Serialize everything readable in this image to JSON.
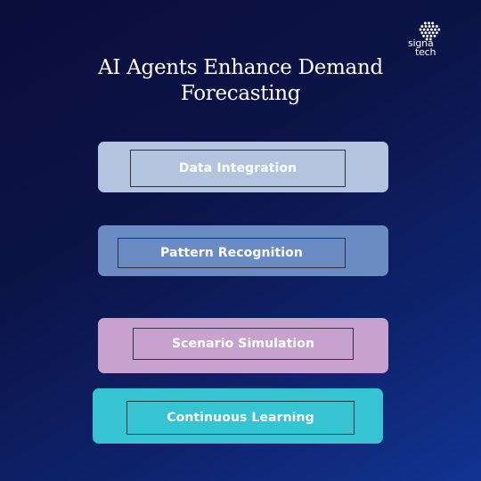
{
  "title": "AI Agents Enhance Demand Forecasting",
  "logo": {
    "line1": "signa",
    "line2": "tech",
    "icon": "dotted-diamond-grid-icon"
  },
  "stages": [
    {
      "label": "Data Integration",
      "color": "#b3c5de"
    },
    {
      "label": "Pattern Recognition",
      "color": "#6b8bc4"
    },
    {
      "label": "Scenario Simulation",
      "color": "#c8a2cf"
    },
    {
      "label": "Continuous Learning",
      "color": "#36c3d2"
    }
  ]
}
